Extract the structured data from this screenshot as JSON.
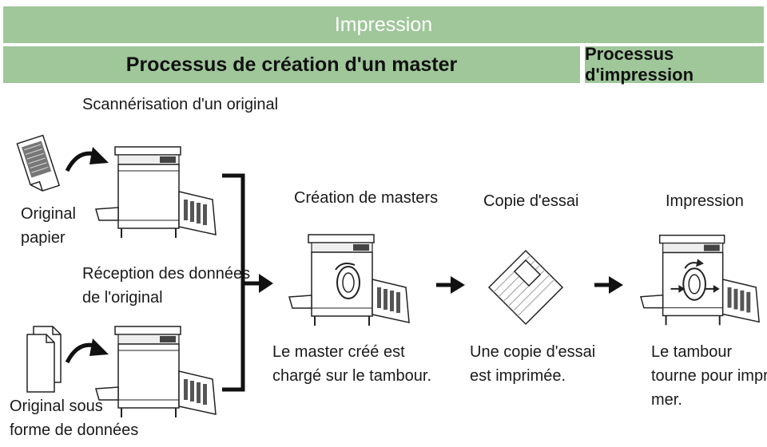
{
  "header": {
    "title": "Impression",
    "left_section": "Processus de création d'un master",
    "right_section": "Processus d'impression"
  },
  "inputs": {
    "scan_title": "Scannérisation d'un original",
    "paper_original": [
      "Original",
      "papier"
    ],
    "data_reception": [
      "Réception des données",
      "de l'original"
    ],
    "data_original": [
      "Original sous",
      "forme de données"
    ]
  },
  "steps": {
    "master_creation": {
      "title": "Création de masters",
      "description": [
        "Le master créé est",
        "chargé sur le tambour."
      ]
    },
    "test_copy": {
      "title": "Copie d'essai",
      "description": [
        "Une copie d'essai",
        "est imprimée."
      ]
    },
    "printing": {
      "title": "Impression",
      "description": [
        "Le tambour",
        "tourne pour impri-",
        "mer."
      ]
    }
  }
}
